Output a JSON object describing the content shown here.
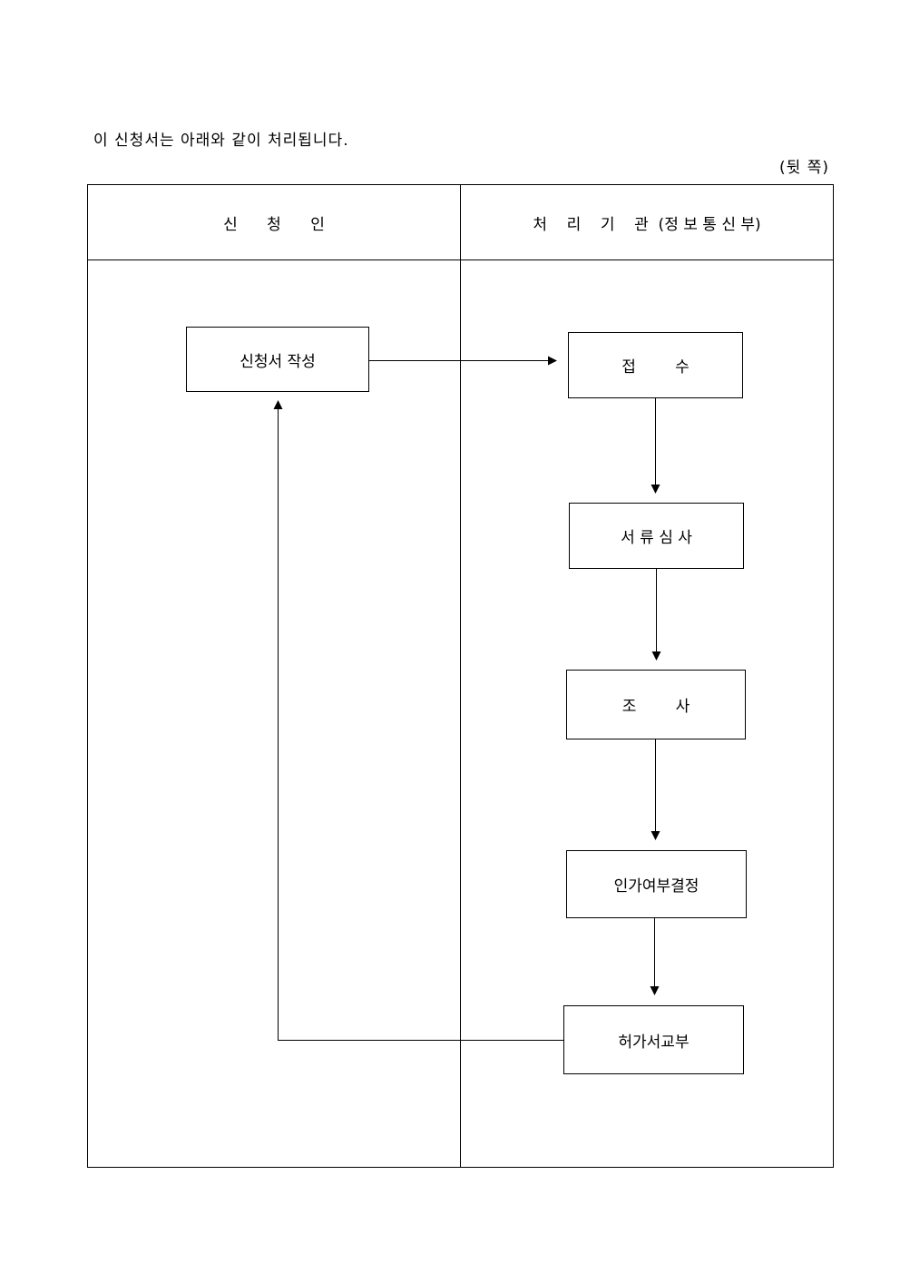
{
  "intro_text": "이 신청서는 아래와 같이 처리됩니다.",
  "page_side": "(뒷 쪽)",
  "table": {
    "col_applicant": "신      청      인",
    "col_agency": "처    리    기    관  (정 보 통 신 부)"
  },
  "flow": {
    "write_application": "신청서 작성",
    "receipt": "접        수",
    "document_review": "서 류 심 사",
    "investigation": "조        사",
    "approval_decision": "인가여부결정",
    "permit_issuance": "허가서교부"
  }
}
